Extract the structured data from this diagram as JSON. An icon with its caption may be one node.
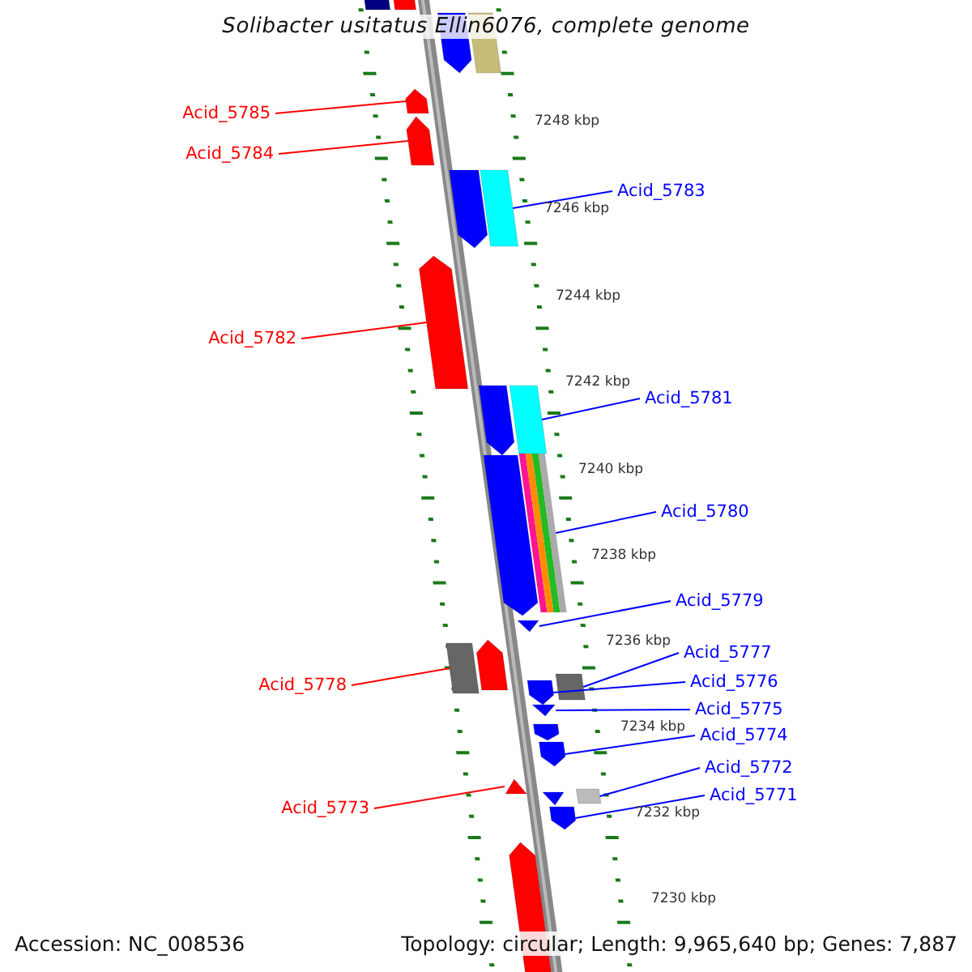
{
  "diagram": {
    "title": "Solibacter usitatus Ellin6076, complete genome",
    "nodes": [
      {
        "text": [
          "Acid_5785"
        ]
      },
      {
        "text": [
          "Acid_5784"
        ]
      },
      {
        "text": [
          "Acid_5783"
        ]
      },
      {
        "text": [
          "Acid_5782"
        ]
      },
      {
        "text": [
          "Acid_5781"
        ]
      },
      {
        "text": [
          "Acid_5780"
        ]
      },
      {
        "text": [
          "Acid_5779"
        ]
      },
      {
        "text": [
          "Acid_5777"
        ]
      },
      {
        "text": [
          "Acid_5776"
        ]
      },
      {
        "text": [
          "Acid_5778"
        ]
      },
      {
        "text": [
          "Acid_5775"
        ]
      },
      {
        "text": [
          "Acid_5774"
        ]
      },
      {
        "text": [
          "Acid_5772"
        ]
      },
      {
        "text": [
          "Acid_5771"
        ]
      },
      {
        "text": [
          "Acid_5773"
        ]
      },
      {
        "text": [],
        "shape": "bar"
      },
      {
        "text": [],
        "shape": "bar"
      },
      {
        "text": [],
        "shape": "bar"
      },
      {
        "text": [],
        "shape": "bar"
      },
      {
        "text": [],
        "shape": "bar"
      },
      {
        "text": [],
        "shape": "bar"
      },
      {
        "text": [],
        "shape": "bar"
      },
      {
        "text": [],
        "shape": "bar"
      },
      {
        "text": [],
        "shape": "bar"
      },
      {
        "text": [],
        "shape": "bar"
      },
      {
        "text": [],
        "shape": "bar"
      },
      {
        "text": [],
        "shape": "bar"
      },
      {
        "text": [],
        "shape": "bar"
      },
      {
        "text": [],
        "shape": "bar"
      },
      {
        "text": [],
        "shape": "bar"
      },
      {
        "text": [],
        "shape": "bar"
      },
      {
        "text": [],
        "shape": "bar"
      },
      {
        "text": [],
        "shape": "bar"
      },
      {
        "text": [],
        "shape": "bar"
      },
      {
        "text": [],
        "shape": "bar"
      },
      {
        "text": [],
        "shape": "bar"
      },
      {
        "text": [],
        "shape": "bar"
      },
      {
        "text": [],
        "shape": "bar"
      },
      {
        "text": [],
        "shape": "bar"
      },
      {
        "text": [],
        "shape": "bar"
      },
      {
        "text": [],
        "shape": "bar"
      }
    ],
    "edges": [
      {
        "from": 0,
        "to": 15,
        "arrow": "none",
        "color": "#ff0000"
      },
      {
        "from": 1,
        "to": 16,
        "arrow": "none",
        "color": "#ff0000"
      },
      {
        "from": 2,
        "to": 17,
        "arrow": "none"
      },
      {
        "from": 3,
        "to": 18,
        "arrow": "none",
        "color": "#ff0000"
      },
      {
        "from": 4,
        "to": 19,
        "arrow": "none"
      },
      {
        "from": 5,
        "to": 20,
        "arrow": "none"
      },
      {
        "from": 6,
        "to": 21,
        "arrow": "none"
      },
      {
        "from": 7,
        "to": 22,
        "arrow": "none"
      },
      {
        "from": 8,
        "to": 23,
        "arrow": "none"
      },
      {
        "from": 9,
        "to": 24,
        "arrow": "none",
        "color": "#ff0000"
      },
      {
        "from": 10,
        "to": 25,
        "arrow": "none"
      },
      {
        "from": 11,
        "to": 26,
        "arrow": "none"
      },
      {
        "from": 12,
        "to": 27,
        "arrow": "none"
      },
      {
        "from": 13,
        "to": 28,
        "arrow": "none"
      },
      {
        "from": 14,
        "to": 29,
        "arrow": "none",
        "color": "#ff0000"
      }
    ],
    "labels": [
      "7248 kbp",
      "7246 kbp",
      "7244 kbp",
      "7242 kbp",
      "7240 kbp",
      "7238 kbp",
      "7236 kbp",
      "7234 kbp",
      "7232 kbp",
      "7230 kbp",
      "Accession: NC_008536",
      "Topology: circular; Length: 9,965,640 bp; Genes: 7,887"
    ]
  }
}
